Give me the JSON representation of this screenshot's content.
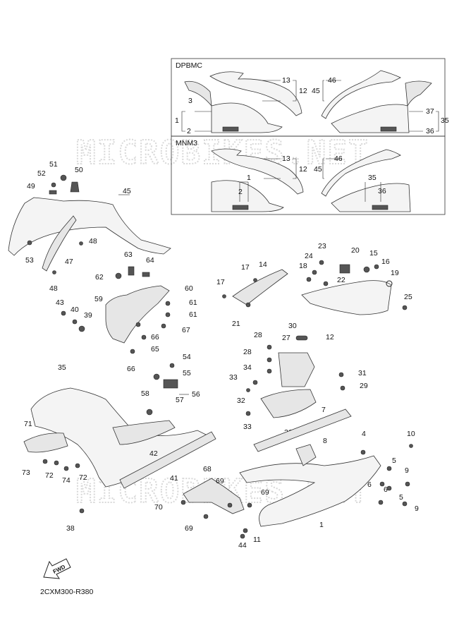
{
  "watermark": "MICROBIKES.NET",
  "inset_boxes": [
    {
      "title": "DPBMC"
    },
    {
      "title": "MNM3"
    }
  ],
  "diagram_code": "2CXM300-R380",
  "fwd_label": "FWD",
  "callouts": {
    "c1": "1",
    "c2": "2",
    "c3": "3",
    "c4": "4",
    "c5": "5",
    "c6": "6",
    "c7": "7",
    "c8": "8",
    "c9": "9",
    "c10": "10",
    "c11": "11",
    "c12": "12",
    "c13": "13",
    "c14": "14",
    "c15": "15",
    "c16": "16",
    "c17": "17",
    "c18": "18",
    "c19": "19",
    "c20": "20",
    "c21": "21",
    "c22": "22",
    "c23": "23",
    "c24": "24",
    "c25": "25",
    "c26": "26",
    "c27": "27",
    "c28": "28",
    "c29": "29",
    "c30": "30",
    "c31": "31",
    "c32": "32",
    "c33": "33",
    "c34": "34",
    "c35": "35",
    "c36": "36",
    "c37": "37",
    "c38": "38",
    "c39": "39",
    "c40": "40",
    "c41": "41",
    "c42": "42",
    "c43": "43",
    "c44": "44",
    "c45": "45",
    "c46": "46",
    "c47": "47",
    "c48": "48",
    "c49": "49",
    "c50": "50",
    "c51": "51",
    "c52": "52",
    "c53": "53",
    "c54": "54",
    "c55": "55",
    "c56": "56",
    "c57": "57",
    "c58": "58",
    "c59": "59",
    "c60": "60",
    "c61": "61",
    "c62": "62",
    "c63": "63",
    "c64": "64",
    "c65": "65",
    "c66": "66",
    "c67": "67",
    "c68": "68",
    "c69": "69",
    "c70": "70",
    "c71": "71",
    "c72": "72",
    "c73": "73",
    "c74": "74"
  }
}
